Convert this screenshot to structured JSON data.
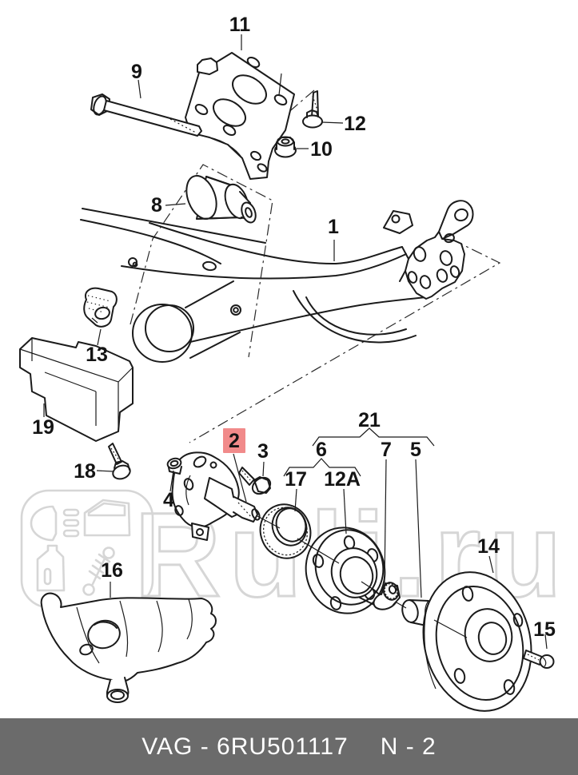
{
  "diagram": {
    "type": "exploded-parts-diagram",
    "subject": "rear axle beam, stub axle, wheel hub and brake disc assembly",
    "labels": {
      "l1": "1",
      "l2": "2",
      "l3": "3",
      "l4": "4",
      "l5": "5",
      "l6": "6",
      "l7": "7",
      "l8": "8",
      "l9": "9",
      "l10": "10",
      "l11": "11",
      "l12": "12",
      "l12a": "12A",
      "l13": "13",
      "l14": "14",
      "l15": "15",
      "l16": "16",
      "l17": "17",
      "l18": "18",
      "l19": "19",
      "l21": "21"
    },
    "highlighted_label": "2",
    "braces": [
      {
        "label": "21",
        "spans": [
          "6",
          "7",
          "5"
        ]
      },
      {
        "label": "6",
        "spans": [
          "17",
          "12A"
        ]
      }
    ]
  },
  "colors": {
    "line": "#1b1b1b",
    "highlight_bg": "#f18a8a",
    "highlight_text": "#9e1111",
    "watermark": "#d6d6d6",
    "footer_bg": "#6b6b6b",
    "footer_text": "#ffffff"
  },
  "watermark": {
    "text": "Ruli.ru",
    "logo_icons": [
      "headlight-icon",
      "car-door-icon",
      "oil-canister-icon",
      "shock-absorber-icon"
    ]
  },
  "footer": {
    "catalog_code": "VAG - 6RU501117",
    "page_ref": "N - 2"
  }
}
